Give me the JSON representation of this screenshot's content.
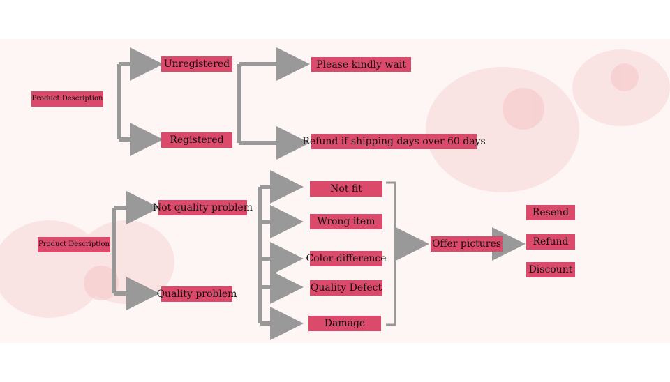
{
  "top": {
    "root": "Product Description",
    "branch_a": "Unregistered",
    "branch_b": "Registered",
    "result_a": "Please kindly wait",
    "result_b": "Refund if shipping days over 60 days"
  },
  "bottom": {
    "root": "Product Description",
    "branch_a": "Not quality problem",
    "branch_b": "Quality problem",
    "issues": [
      "Not fit",
      "Wrong item",
      "Color difference",
      "Quality Defect",
      "Damage"
    ],
    "action": "Offer pictures",
    "outcomes": [
      "Resend",
      "Refund",
      "Discount"
    ]
  },
  "colors": {
    "box": "#db4a6b",
    "arrow": "#999999",
    "background": "#fdf6f4"
  }
}
